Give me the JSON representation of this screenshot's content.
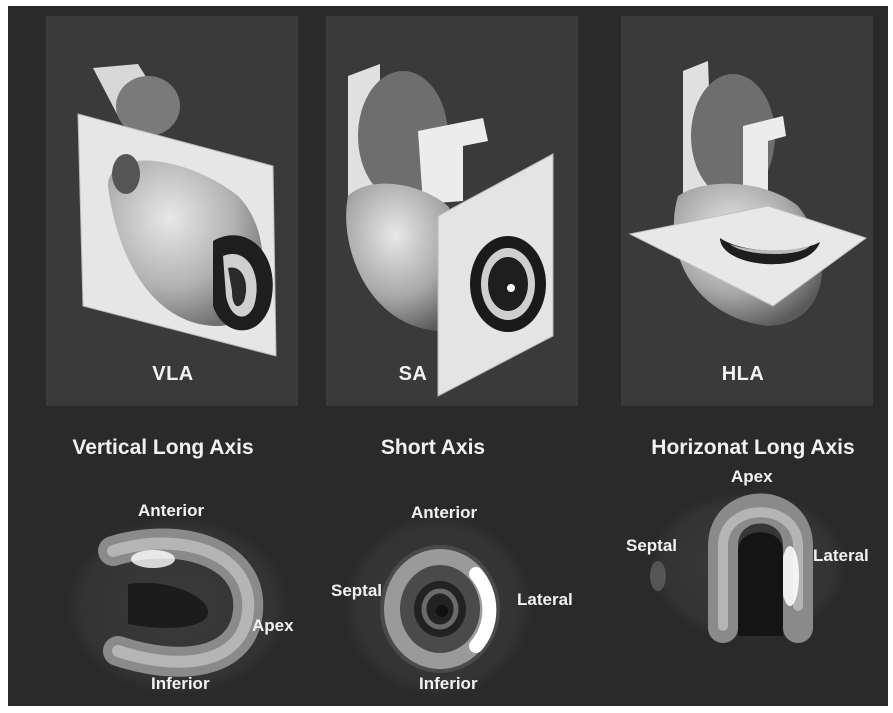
{
  "top_panels": [
    {
      "label": "VLA"
    },
    {
      "label": "SA"
    },
    {
      "label": "HLA"
    }
  ],
  "bottom_panels": [
    {
      "title": "Vertical Long Axis",
      "labels": {
        "top": "Anterior",
        "right": "Apex",
        "bottom": "Inferior"
      }
    },
    {
      "title": "Short Axis",
      "labels": {
        "top": "Anterior",
        "left": "Septal",
        "right": "Lateral",
        "bottom": "Inferior"
      }
    },
    {
      "title": "Horizonat Long Axis",
      "labels": {
        "top": "Apex",
        "left": "Septal",
        "right": "Lateral"
      }
    }
  ],
  "colors": {
    "background": "#2a2a2a",
    "panel": "#3a3a3a",
    "text": "#f2f2f2"
  }
}
